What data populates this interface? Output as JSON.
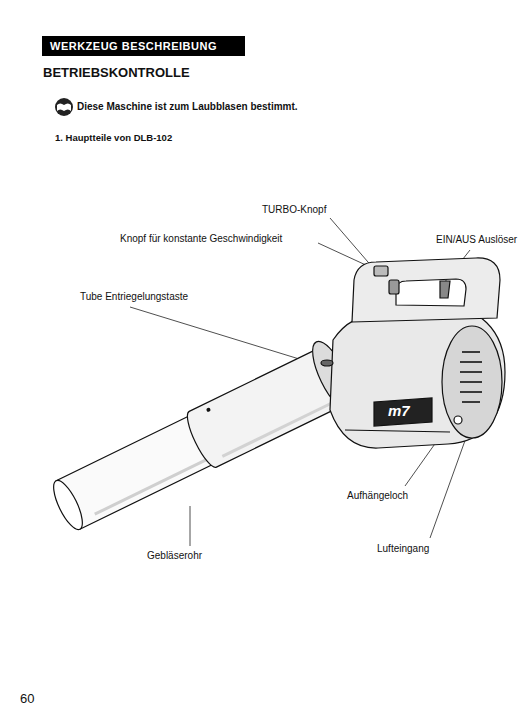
{
  "diagram": {
    "title": "BETRIEBSKONTROLLE",
    "nodes": [
      {
        "text": [
          "WERKZEUG BESCHREIBUNG"
        ]
      }
    ],
    "labels": [
      "Diese Maschine ist zum Laubblasen bestimmt.",
      "1. Hauptteile von DLB-102",
      "TURBO-Knopf",
      "Knopf für konstante Geschwindigkeit",
      "EIN/AUS Auslöser",
      "Tube Entriegelungstaste",
      "m7",
      "Aufhängeloch",
      "Lufteingang",
      "Gebläserohr",
      "60"
    ]
  }
}
